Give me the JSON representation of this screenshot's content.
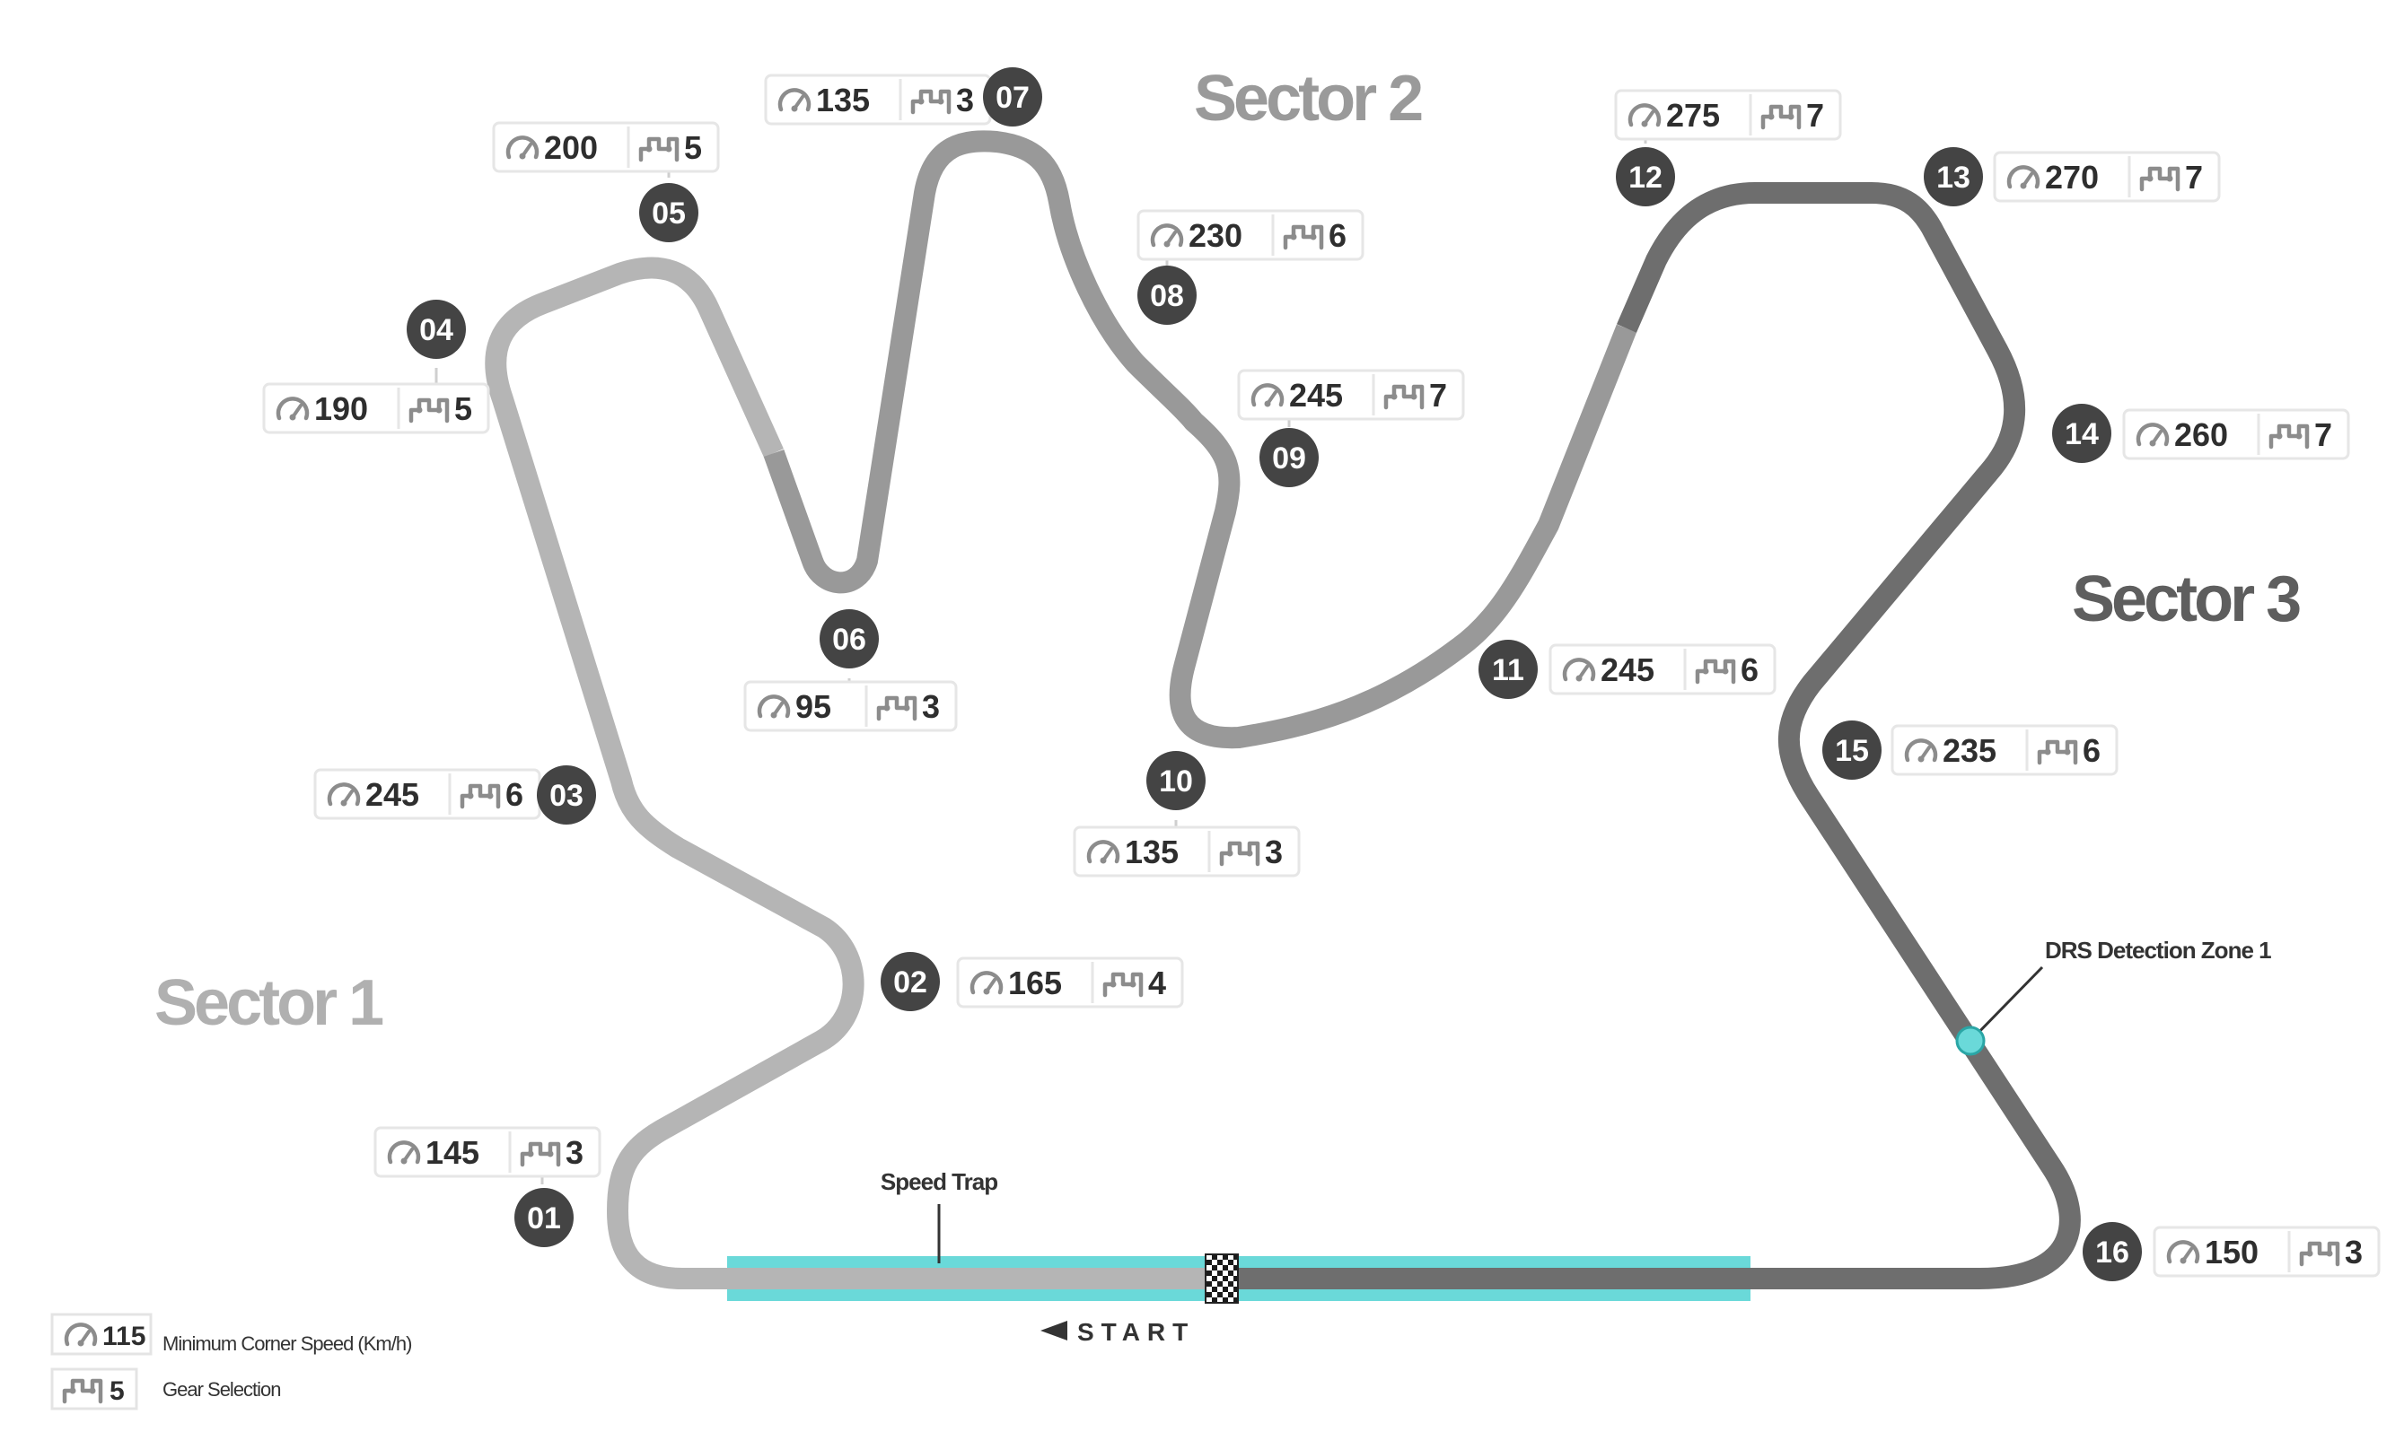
{
  "sectors": [
    {
      "label": "Sector 1"
    },
    {
      "label": "Sector 2"
    },
    {
      "label": "Sector 3"
    }
  ],
  "turns": [
    {
      "num": "01",
      "speed": "145",
      "gear": "3"
    },
    {
      "num": "02",
      "speed": "165",
      "gear": "4"
    },
    {
      "num": "03",
      "speed": "245",
      "gear": "6"
    },
    {
      "num": "04",
      "speed": "190",
      "gear": "5"
    },
    {
      "num": "05",
      "speed": "200",
      "gear": "5"
    },
    {
      "num": "06",
      "speed": "95",
      "gear": "3"
    },
    {
      "num": "07",
      "speed": "135",
      "gear": "3"
    },
    {
      "num": "08",
      "speed": "230",
      "gear": "6"
    },
    {
      "num": "09",
      "speed": "245",
      "gear": "7"
    },
    {
      "num": "10",
      "speed": "135",
      "gear": "3"
    },
    {
      "num": "11",
      "speed": "245",
      "gear": "6"
    },
    {
      "num": "12",
      "speed": "275",
      "gear": "7"
    },
    {
      "num": "13",
      "speed": "270",
      "gear": "7"
    },
    {
      "num": "14",
      "speed": "260",
      "gear": "7"
    },
    {
      "num": "15",
      "speed": "235",
      "gear": "6"
    },
    {
      "num": "16",
      "speed": "150",
      "gear": "3"
    }
  ],
  "annotations": {
    "speed_trap": "Speed Trap",
    "drs_detection": "DRS Detection Zone 1",
    "start": "START"
  },
  "legend": {
    "speed_value": "115",
    "speed_label": "Minimum Corner Speed (Km/h)",
    "gear_value": "5",
    "gear_label": "Gear Selection"
  },
  "colors": {
    "sector1_track": "#b5b5b5",
    "sector2_track": "#999999",
    "sector3_track": "#6e6e6e",
    "drs_zone": "#6ad9d9",
    "turn_badge": "#444444",
    "sector1_label": "#b0b0b0",
    "sector2_label": "#9a9a9a",
    "sector3_label": "#5e5e5e"
  },
  "icons": {
    "speed": "speedometer-icon",
    "gear": "gearbox-icon",
    "start_arrow": "triangle-left-icon",
    "finish_flag": "checkered-flag-icon"
  }
}
